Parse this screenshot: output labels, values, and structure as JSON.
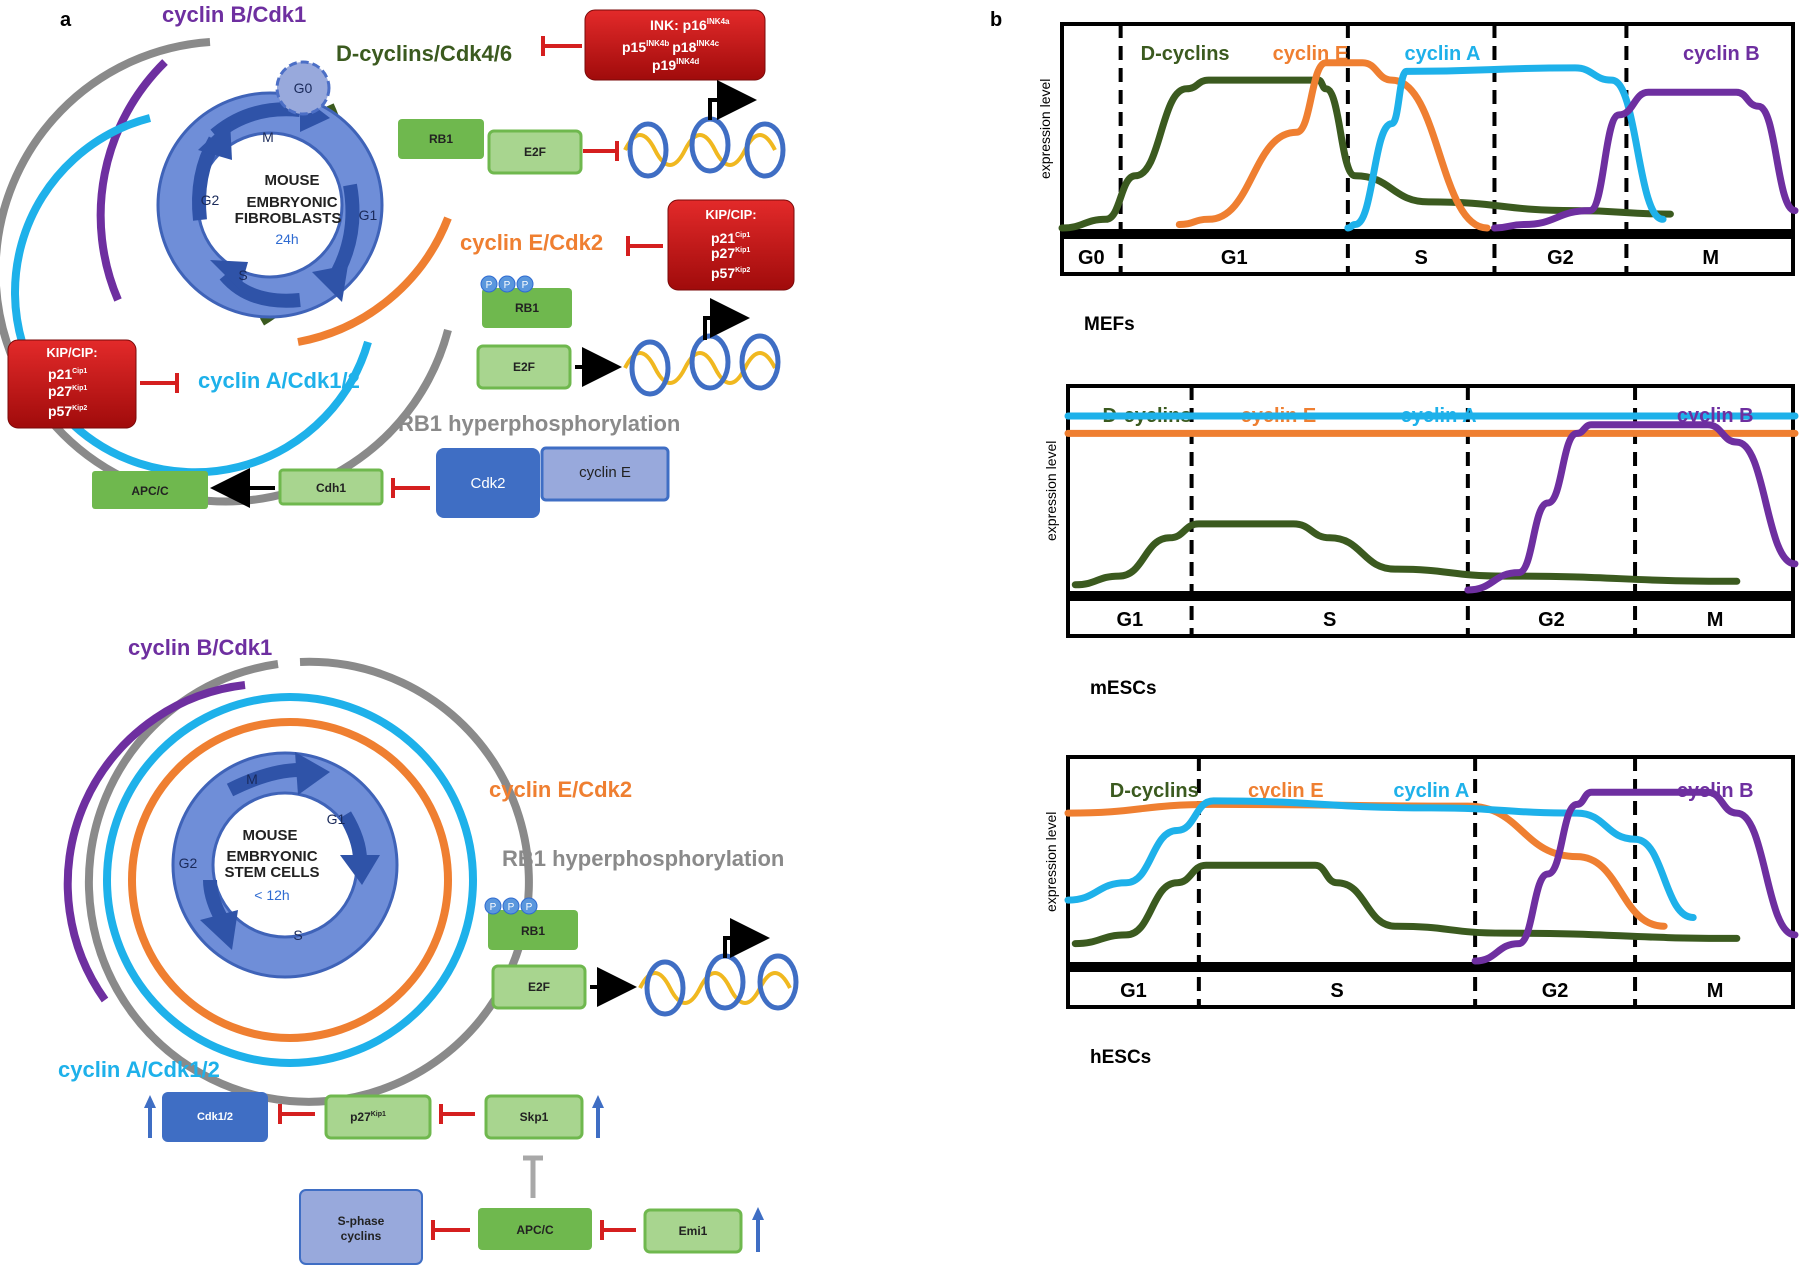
{
  "panels": {
    "a": "a",
    "b": "b"
  },
  "colors": {
    "dcyclin": "#3b5a1f",
    "cycline": "#ef7f31",
    "cyclina": "#1eb1ea",
    "cyclinb": "#6e2fa0",
    "grey": "#8a8a8a",
    "red": "#d51f1f",
    "green_box": "#6fb84e",
    "light_green_box": "#a8d58f",
    "blue_box": "#3f6ec4",
    "light_blue_box": "#98a9dc"
  },
  "mef": {
    "cell_label_1": "MOUSE",
    "cell_label_2": "EMBRYONIC",
    "cell_label_3": "FIBROBLASTS",
    "duration": "24h",
    "phases": {
      "g0": "G0",
      "m": "M",
      "g2": "G2",
      "g1": "G1",
      "s": "S"
    },
    "cyclin_b": "cyclin B/Cdk1",
    "d_cyclins": "D-cyclins/Cdk4/6",
    "cyclin_e": "cyclin E/Cdk2",
    "cyclin_a": "cyclin A/Cdk1/2",
    "ink_box": {
      "title": "INK: p16",
      "title_sup": "INK4a",
      "p15": "p15",
      "p15_sup": "INK4b",
      "p18": "p18",
      "p18_sup": "INK4c",
      "p19": "p19",
      "p19_sup": "INK4d"
    },
    "kip_box_right": {
      "title": "KIP/CIP:",
      "p21": "p21",
      "p21_sup": "Cip1",
      "p27": "p27",
      "p27_sup": "Kip1",
      "p57": "p57",
      "p57_sup": "Kip2"
    },
    "kip_box_left": {
      "title": "KIP/CIP:",
      "p21": "p21",
      "p21_sup": "Cip1",
      "p27": "p27",
      "p27_sup": "Kip1",
      "p57": "p57",
      "p57_sup": "Kip2"
    },
    "rb1": "RB1",
    "e2f": "E2F",
    "rb1_p": "RB1",
    "e2f_2": "E2F",
    "phospho": "P",
    "hyper": "RB1 hyperphosphorylation",
    "apcc": "APC/C",
    "cdh1": "Cdh1",
    "cdk2": "Cdk2",
    "cyclin_e_box": "cyclin E"
  },
  "esc": {
    "cell_label_1": "MOUSE",
    "cell_label_2": "EMBRYONIC",
    "cell_label_3": "STEM CELLS",
    "duration": "< 12h",
    "phases": {
      "m": "M",
      "g1": "G1",
      "g2": "G2",
      "s": "S"
    },
    "cyclin_b": "cyclin B/Cdk1",
    "cyclin_e": "cyclin E/Cdk2",
    "cyclin_a": "cyclin A/Cdk1/2",
    "hyper": "RB1 hyperphosphorylation",
    "rb1": "RB1",
    "e2f": "E2F",
    "phospho": "P",
    "cdk12": "Cdk1/2",
    "p27": "p27",
    "p27_sup": "Kip1",
    "skp1": "Skp1",
    "sphase_1": "S-phase",
    "sphase_2": "cyclins",
    "apcc": "APC/C",
    "emi1": "Emi1"
  },
  "chart_data": [
    {
      "type": "line",
      "title": "MEFs",
      "ylabel": "expression level",
      "phases": [
        {
          "name": "G0",
          "start": 0,
          "end": 0.08
        },
        {
          "name": "G1",
          "start": 0.08,
          "end": 0.39
        },
        {
          "name": "S",
          "start": 0.39,
          "end": 0.59
        },
        {
          "name": "G2",
          "start": 0.59,
          "end": 0.77
        },
        {
          "name": "M",
          "start": 0.77,
          "end": 1.0
        }
      ],
      "series": [
        {
          "name": "D-cyclins",
          "color": "#3b5a1f",
          "x": [
            0.0,
            0.06,
            0.1,
            0.17,
            0.2,
            0.35,
            0.36,
            0.4,
            0.5,
            0.7,
            0.83
          ],
          "y": [
            0.0,
            0.05,
            0.3,
            0.8,
            0.85,
            0.85,
            0.8,
            0.3,
            0.15,
            0.1,
            0.08
          ]
        },
        {
          "name": "cyclin E",
          "color": "#ef7f31",
          "x": [
            0.16,
            0.2,
            0.32,
            0.36,
            0.41,
            0.45,
            0.58
          ],
          "y": [
            0.02,
            0.05,
            0.55,
            0.95,
            0.95,
            0.85,
            0.0
          ]
        },
        {
          "name": "cyclin A",
          "color": "#1eb1ea",
          "x": [
            0.39,
            0.4,
            0.45,
            0.47,
            0.7,
            0.75,
            0.82
          ],
          "y": [
            0.0,
            0.02,
            0.6,
            0.9,
            0.92,
            0.85,
            0.05
          ]
        },
        {
          "name": "cyclin B",
          "color": "#6e2fa0",
          "x": [
            0.59,
            0.63,
            0.72,
            0.76,
            0.8,
            0.92,
            0.95,
            1.0
          ],
          "y": [
            0.0,
            0.02,
            0.1,
            0.65,
            0.78,
            0.78,
            0.7,
            0.1
          ]
        }
      ]
    },
    {
      "type": "line",
      "title": "mESCs",
      "ylabel": "expression level",
      "phases": [
        {
          "name": "G1",
          "start": 0,
          "end": 0.17
        },
        {
          "name": "S",
          "start": 0.17,
          "end": 0.55
        },
        {
          "name": "G2",
          "start": 0.55,
          "end": 0.78
        },
        {
          "name": "M",
          "start": 0.78,
          "end": 1.0
        }
      ],
      "series": [
        {
          "name": "D-cyclins",
          "color": "#3b5a1f",
          "x": [
            0.01,
            0.07,
            0.14,
            0.18,
            0.31,
            0.36,
            0.45,
            0.6,
            0.92
          ],
          "y": [
            0.03,
            0.08,
            0.3,
            0.38,
            0.38,
            0.3,
            0.12,
            0.08,
            0.05
          ]
        },
        {
          "name": "cyclin E",
          "color": "#ef7f31",
          "x": [
            0.0,
            1.0
          ],
          "y": [
            0.9,
            0.9
          ]
        },
        {
          "name": "cyclin A",
          "color": "#1eb1ea",
          "x": [
            0.0,
            1.0
          ],
          "y": [
            1.0,
            1.0
          ]
        },
        {
          "name": "cyclin B",
          "color": "#6e2fa0",
          "x": [
            0.55,
            0.62,
            0.66,
            0.7,
            0.72,
            0.88,
            0.92,
            1.0
          ],
          "y": [
            0.0,
            0.1,
            0.5,
            0.9,
            0.95,
            0.95,
            0.85,
            0.15
          ]
        }
      ]
    },
    {
      "type": "line",
      "title": "hESCs",
      "ylabel": "expression level",
      "phases": [
        {
          "name": "G1",
          "start": 0,
          "end": 0.18
        },
        {
          "name": "S",
          "start": 0.18,
          "end": 0.56
        },
        {
          "name": "G2",
          "start": 0.56,
          "end": 0.78
        },
        {
          "name": "M",
          "start": 0.78,
          "end": 1.0
        }
      ],
      "series": [
        {
          "name": "D-cyclins",
          "color": "#3b5a1f",
          "x": [
            0.01,
            0.08,
            0.15,
            0.19,
            0.34,
            0.37,
            0.45,
            0.6,
            0.92
          ],
          "y": [
            0.1,
            0.15,
            0.45,
            0.55,
            0.55,
            0.45,
            0.2,
            0.16,
            0.13
          ]
        },
        {
          "name": "cyclin E",
          "color": "#ef7f31",
          "x": [
            0.0,
            0.2,
            0.55,
            0.7,
            0.82
          ],
          "y": [
            0.85,
            0.9,
            0.89,
            0.6,
            0.2
          ]
        },
        {
          "name": "cyclin A",
          "color": "#1eb1ea",
          "x": [
            0.0,
            0.08,
            0.15,
            0.2,
            0.5,
            0.7,
            0.78,
            0.86
          ],
          "y": [
            0.35,
            0.45,
            0.75,
            0.92,
            0.88,
            0.85,
            0.7,
            0.25
          ]
        },
        {
          "name": "cyclin B",
          "color": "#6e2fa0",
          "x": [
            0.56,
            0.62,
            0.66,
            0.7,
            0.72,
            0.88,
            0.92,
            1.0
          ],
          "y": [
            0.0,
            0.1,
            0.5,
            0.9,
            0.97,
            0.97,
            0.85,
            0.15
          ]
        }
      ]
    }
  ]
}
